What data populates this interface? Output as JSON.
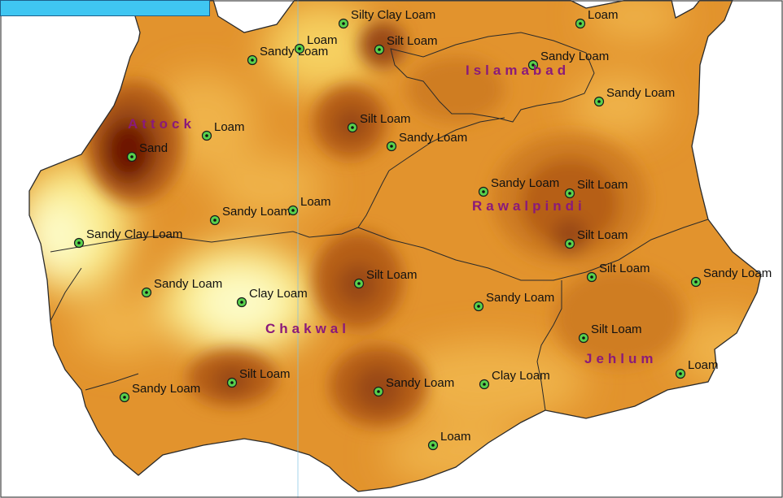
{
  "map": {
    "colors": {
      "background": "#ffffff",
      "darkest": "#6e1404",
      "dark": "#9a4a12",
      "medium_dark": "#b65e18",
      "medium": "#cf7d22",
      "base": "#e2932d",
      "light": "#efb24a",
      "lighter": "#f6d060",
      "pale": "#faeb86",
      "palest": "#fdfbc8",
      "border_line": "#2a2a2a",
      "district_label": "#8a1a7a",
      "sample_marker": "#58d14c",
      "legend_box": "#3fc6f2"
    },
    "districts": [
      {
        "name": "Attock"
      },
      {
        "name": "Islamabad"
      },
      {
        "name": "Rawalpindi"
      },
      {
        "name": "Chakwal"
      },
      {
        "name": "Jehlum"
      }
    ],
    "samples": [
      {
        "label": "Silty Clay Loam"
      },
      {
        "label": "Loam"
      },
      {
        "label": "Sandy Loam"
      },
      {
        "label": "Loam"
      },
      {
        "label": "Silt Loam"
      },
      {
        "label": "Sandy Loam"
      },
      {
        "label": "Sandy Loam"
      },
      {
        "label": "Loam"
      },
      {
        "label": "Silt Loam"
      },
      {
        "label": "Sandy Loam"
      },
      {
        "label": "Sand"
      },
      {
        "label": "Sandy Loam"
      },
      {
        "label": "Silt Loam"
      },
      {
        "label": "Sandy Loam"
      },
      {
        "label": "Loam"
      },
      {
        "label": "Silt Loam"
      },
      {
        "label": "Sandy Clay Loam"
      },
      {
        "label": "Silt Loam"
      },
      {
        "label": "Sandy Loam"
      },
      {
        "label": "Clay Loam"
      },
      {
        "label": "Silt Loam"
      },
      {
        "label": "Sandy Loam"
      },
      {
        "label": "Silt Loam"
      },
      {
        "label": "Sandy Loam"
      },
      {
        "label": "Silt Loam"
      },
      {
        "label": "Sandy Loam"
      },
      {
        "label": "Sandy Loam"
      },
      {
        "label": "Clay Loam"
      },
      {
        "label": "Loam"
      },
      {
        "label": "Loam"
      }
    ]
  }
}
